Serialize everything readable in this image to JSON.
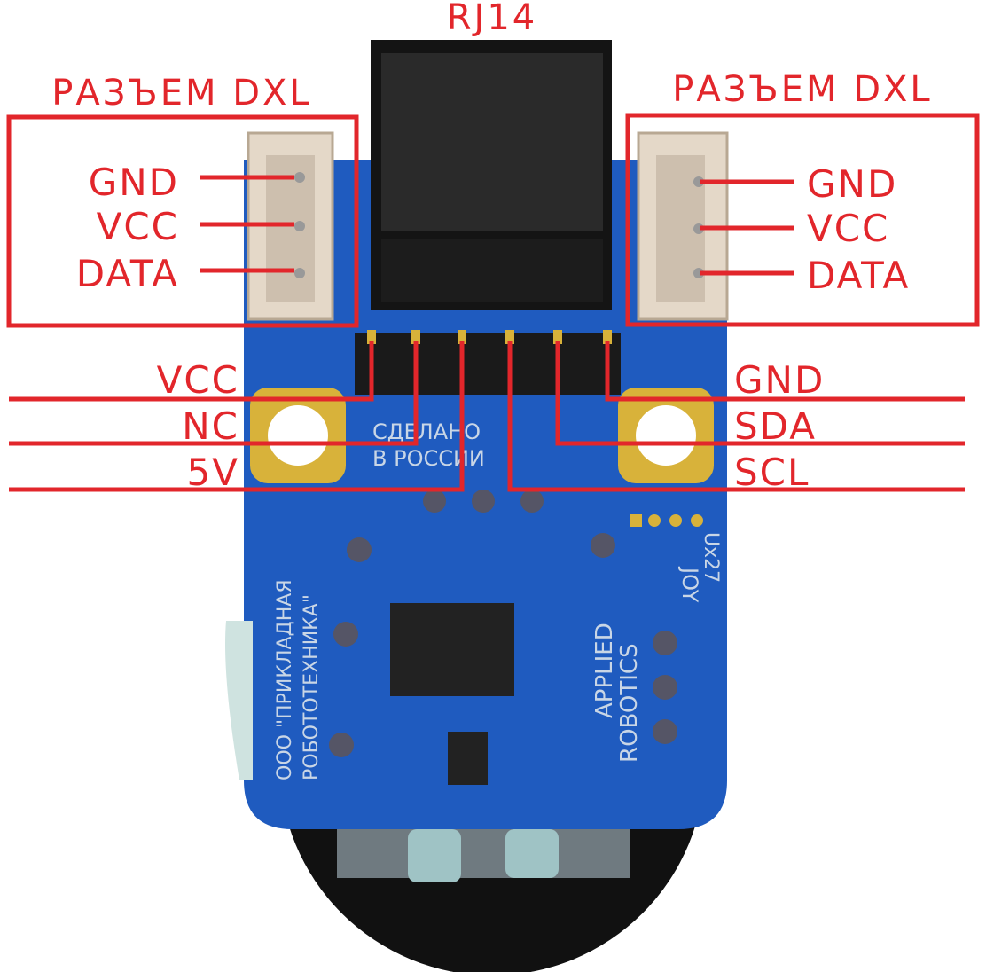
{
  "title": "RJ14",
  "left_connector": {
    "title": "РАЗЪЕМ DXL",
    "pins": [
      "GND",
      "VCC",
      "DATA"
    ]
  },
  "right_connector": {
    "title": "РАЗЪЕМ DXL",
    "pins": [
      "GND",
      "VCC",
      "DATA"
    ]
  },
  "header_pins_left": [
    "VCC",
    "NC",
    "5V"
  ],
  "header_pins_right": [
    "GND",
    "SDA",
    "SCL"
  ],
  "board_silkscreen": {
    "made_in": [
      "СДЕЛАНО",
      "В РОССИИ"
    ],
    "company": [
      "ООО \"ПРИКЛАДНАЯ",
      "РОБОТОТЕХНИКА\""
    ],
    "brand": [
      "APPLIED",
      "ROBOTICS"
    ],
    "joy": "JOY",
    "part": "Ux27"
  },
  "colors": {
    "label": "#e2262b",
    "board": "#1f5bbf",
    "pad": "#d8b23a"
  }
}
